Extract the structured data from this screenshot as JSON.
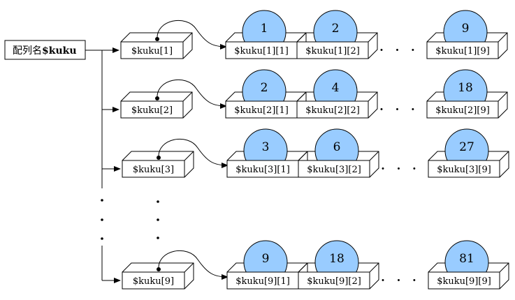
{
  "root_label": {
    "prefix": "配列名",
    "name": "$kuku"
  },
  "rows": [
    {
      "outer": "$kuku[1]",
      "cells": [
        {
          "label": "$kuku[1][1]",
          "value": "1"
        },
        {
          "label": "$kuku[1][2]",
          "value": "2"
        },
        {
          "label": "$kuku[1][9]",
          "value": "9"
        }
      ]
    },
    {
      "outer": "$kuku[2]",
      "cells": [
        {
          "label": "$kuku[2][1]",
          "value": "2"
        },
        {
          "label": "$kuku[2][2]",
          "value": "4"
        },
        {
          "label": "$kuku[2][9]",
          "value": "18"
        }
      ]
    },
    {
      "outer": "$kuku[3]",
      "cells": [
        {
          "label": "$kuku[3][1]",
          "value": "3"
        },
        {
          "label": "$kuku[3][2]",
          "value": "6"
        },
        {
          "label": "$kuku[3][9]",
          "value": "27"
        }
      ]
    },
    {
      "outer": "$kuku[9]",
      "cells": [
        {
          "label": "$kuku[9][1]",
          "value": "9"
        },
        {
          "label": "$kuku[9][2]",
          "value": "18"
        },
        {
          "label": "$kuku[9][9]",
          "value": "81"
        }
      ]
    }
  ],
  "ellipsis": "・ ・ ・",
  "colors": {
    "ball_fill": "#99ccff",
    "stroke": "#000000"
  }
}
